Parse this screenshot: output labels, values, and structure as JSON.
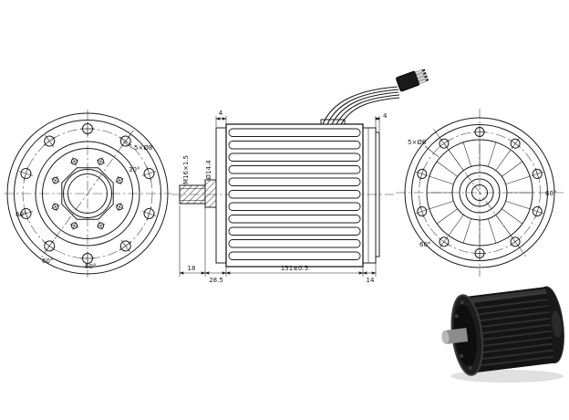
{
  "colors": {
    "background": "#ffffff",
    "ink": "#1c1c1c",
    "photo_body": "#141414"
  },
  "left_view": {
    "bolt_callout": "5×Ø8",
    "angle_left": "60°",
    "angle_bottom_left": "60°",
    "angle_bottom": "60°",
    "angle_top_right": "30°"
  },
  "side_view": {
    "thread_callout": "M16×1.5",
    "shaft_dia_callout": "Ø14.4",
    "dim_shaft_len": "18",
    "dim_boss_len": "28.5",
    "dim_body_len": "151±0.5",
    "dim_cap_len": "14",
    "dim_top_left": "4",
    "dim_top_right": "4"
  },
  "right_view": {
    "bolt_callout": "5×Ø8",
    "angle_right": "60°",
    "angle_bottom_left": "60°"
  }
}
